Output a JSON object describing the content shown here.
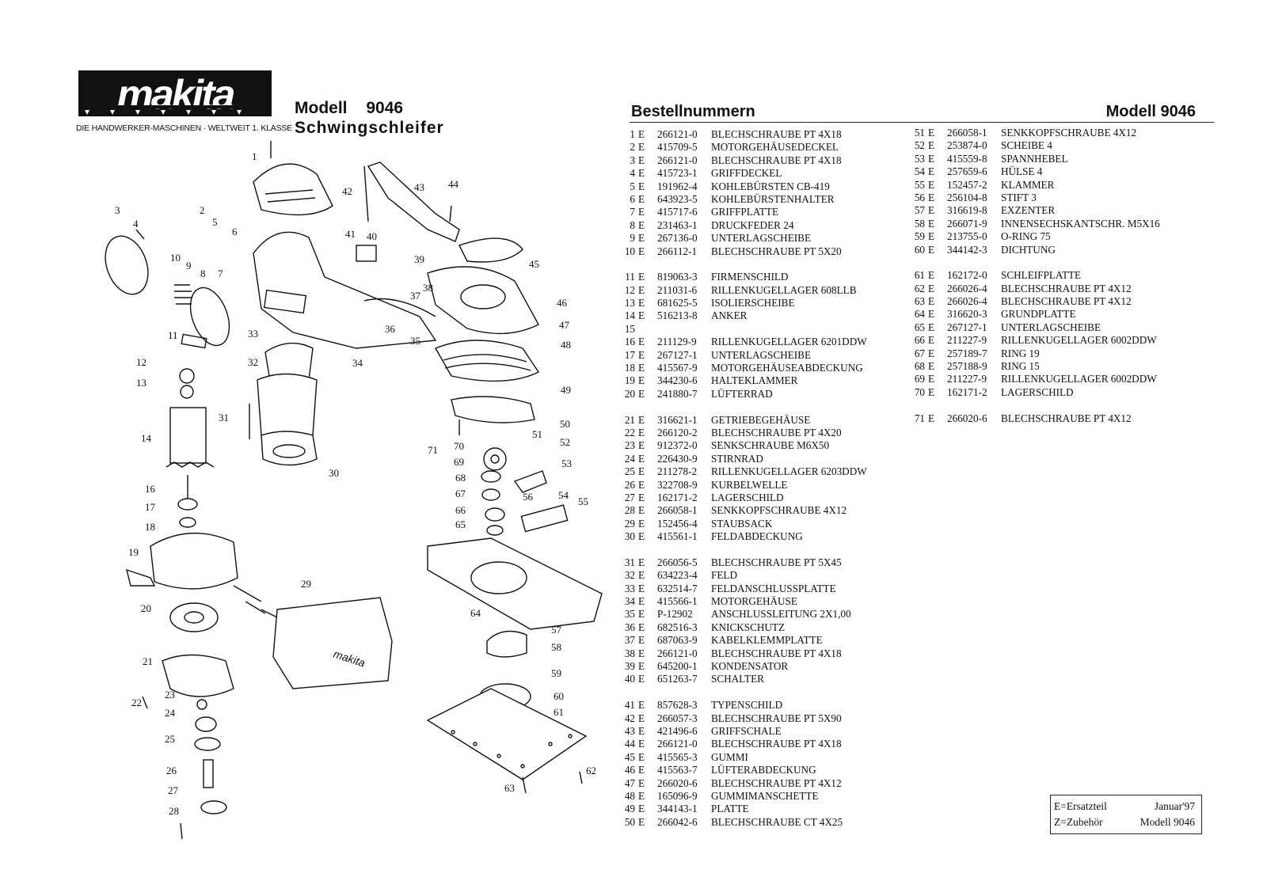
{
  "brand": {
    "logo_text": "makita",
    "tagline": "DIE HANDWERKER-MASCHINEN · WELTWEIT 1. KLASSE"
  },
  "product": {
    "modell_label": "Modell",
    "modell_number": "9046",
    "name": "Schwingschleifer"
  },
  "list_header": {
    "title": "Bestellnummern",
    "model": "Modell 9046"
  },
  "parts_left": [
    [
      {
        "no": "1",
        "type": "E",
        "art": "266121-0",
        "desc": "BLECHSCHRAUBE PT 4X18"
      },
      {
        "no": "2",
        "type": "E",
        "art": "415709-5",
        "desc": "MOTORGEHÄUSEDECKEL"
      },
      {
        "no": "3",
        "type": "E",
        "art": "266121-0",
        "desc": "BLECHSCHRAUBE PT 4X18"
      },
      {
        "no": "4",
        "type": "E",
        "art": "415723-1",
        "desc": "GRIFFDECKEL"
      },
      {
        "no": "5",
        "type": "E",
        "art": "191962-4",
        "desc": "KOHLEBÜRSTEN CB-419"
      },
      {
        "no": "6",
        "type": "E",
        "art": "643923-5",
        "desc": "KOHLEBÜRSTENHALTER"
      },
      {
        "no": "7",
        "type": "E",
        "art": "415717-6",
        "desc": "GRIFFPLATTE"
      },
      {
        "no": "8",
        "type": "E",
        "art": "231463-1",
        "desc": "DRUCKFEDER 24"
      },
      {
        "no": "9",
        "type": "E",
        "art": "267136-0",
        "desc": "UNTERLAGSCHEIBE"
      },
      {
        "no": "10",
        "type": "E",
        "art": "266112-1",
        "desc": "BLECHSCHRAUBE PT 5X20"
      }
    ],
    [
      {
        "no": "11",
        "type": "E",
        "art": "819063-3",
        "desc": "FIRMENSCHILD"
      },
      {
        "no": "12",
        "type": "E",
        "art": "211031-6",
        "desc": "RILLENKUGELLAGER 608LLB"
      },
      {
        "no": "13",
        "type": "E",
        "art": "681625-5",
        "desc": "ISOLIERSCHEIBE"
      },
      {
        "no": "14",
        "type": "E",
        "art": "516213-8",
        "desc": "ANKER"
      },
      {
        "no": "15",
        "type": "",
        "art": "",
        "desc": ""
      },
      {
        "no": "16",
        "type": "E",
        "art": "211129-9",
        "desc": "RILLENKUGELLAGER 6201DDW"
      },
      {
        "no": "17",
        "type": "E",
        "art": "267127-1",
        "desc": "UNTERLAGSCHEIBE"
      },
      {
        "no": "18",
        "type": "E",
        "art": "415567-9",
        "desc": "MOTORGEHÄUSEABDECKUNG"
      },
      {
        "no": "19",
        "type": "E",
        "art": "344230-6",
        "desc": "HALTEKLAMMER"
      },
      {
        "no": "20",
        "type": "E",
        "art": "241880-7",
        "desc": "LÜFTERRAD"
      }
    ],
    [
      {
        "no": "21",
        "type": "E",
        "art": "316621-1",
        "desc": "GETRIEBEGEHÄUSE"
      },
      {
        "no": "22",
        "type": "E",
        "art": "266120-2",
        "desc": "BLECHSCHRAUBE PT 4X20"
      },
      {
        "no": "23",
        "type": "E",
        "art": "912372-0",
        "desc": "SENKSCHRAUBE M6X50"
      },
      {
        "no": "24",
        "type": "E",
        "art": "226430-9",
        "desc": "STIRNRAD"
      },
      {
        "no": "25",
        "type": "E",
        "art": "211278-2",
        "desc": "RILLENKUGELLAGER 6203DDW"
      },
      {
        "no": "26",
        "type": "E",
        "art": "322708-9",
        "desc": "KURBELWELLE"
      },
      {
        "no": "27",
        "type": "E",
        "art": "162171-2",
        "desc": "LAGERSCHILD"
      },
      {
        "no": "28",
        "type": "E",
        "art": "266058-1",
        "desc": "SENKKOPFSCHRAUBE 4X12"
      },
      {
        "no": "29",
        "type": "E",
        "art": "152456-4",
        "desc": "STAUBSACK"
      },
      {
        "no": "30",
        "type": "E",
        "art": "415561-1",
        "desc": "FELDABDECKUNG"
      }
    ],
    [
      {
        "no": "31",
        "type": "E",
        "art": "266056-5",
        "desc": "BLECHSCHRAUBE PT 5X45"
      },
      {
        "no": "32",
        "type": "E",
        "art": "634223-4",
        "desc": "FELD"
      },
      {
        "no": "33",
        "type": "E",
        "art": "632514-7",
        "desc": "FELDANSCHLUSSPLATTE"
      },
      {
        "no": "34",
        "type": "E",
        "art": "415566-1",
        "desc": "MOTORGEHÄUSE"
      },
      {
        "no": "35",
        "type": "E",
        "art": "P-12902",
        "desc": "ANSCHLUSSLEITUNG 2X1,00"
      },
      {
        "no": "36",
        "type": "E",
        "art": "682516-3",
        "desc": "KNICKSCHUTZ"
      },
      {
        "no": "37",
        "type": "E",
        "art": "687063-9",
        "desc": "KABELKLEMMPLATTE"
      },
      {
        "no": "38",
        "type": "E",
        "art": "266121-0",
        "desc": "BLECHSCHRAUBE PT 4X18"
      },
      {
        "no": "39",
        "type": "E",
        "art": "645200-1",
        "desc": "KONDENSATOR"
      },
      {
        "no": "40",
        "type": "E",
        "art": "651263-7",
        "desc": "SCHALTER"
      }
    ],
    [
      {
        "no": "41",
        "type": "E",
        "art": "857628-3",
        "desc": "TYPENSCHILD"
      },
      {
        "no": "42",
        "type": "E",
        "art": "266057-3",
        "desc": "BLECHSCHRAUBE PT 5X90"
      },
      {
        "no": "43",
        "type": "E",
        "art": "421496-6",
        "desc": "GRIFFSCHALE"
      },
      {
        "no": "44",
        "type": "E",
        "art": "266121-0",
        "desc": "BLECHSCHRAUBE PT 4X18"
      },
      {
        "no": "45",
        "type": "E",
        "art": "415565-3",
        "desc": "GUMMI"
      },
      {
        "no": "46",
        "type": "E",
        "art": "415563-7",
        "desc": "LÜFTERABDECKUNG"
      },
      {
        "no": "47",
        "type": "E",
        "art": "266020-6",
        "desc": "BLECHSCHRAUBE PT 4X12"
      },
      {
        "no": "48",
        "type": "E",
        "art": "165096-9",
        "desc": "GUMMIMANSCHETTE"
      },
      {
        "no": "49",
        "type": "E",
        "art": "344143-1",
        "desc": "PLATTE"
      },
      {
        "no": "50",
        "type": "E",
        "art": "266042-6",
        "desc": "BLECHSCHRAUBE CT 4X25"
      }
    ]
  ],
  "parts_right": [
    [
      {
        "no": "51",
        "type": "E",
        "art": "266058-1",
        "desc": "SENKKOPFSCHRAUBE 4X12"
      },
      {
        "no": "52",
        "type": "E",
        "art": "253874-0",
        "desc": "SCHEIBE 4"
      },
      {
        "no": "53",
        "type": "E",
        "art": "415559-8",
        "desc": "SPANNHEBEL"
      },
      {
        "no": "54",
        "type": "E",
        "art": "257659-6",
        "desc": "HÜLSE 4"
      },
      {
        "no": "55",
        "type": "E",
        "art": "152457-2",
        "desc": "KLAMMER"
      },
      {
        "no": "56",
        "type": "E",
        "art": "256104-8",
        "desc": "STIFT 3"
      },
      {
        "no": "57",
        "type": "E",
        "art": "316619-8",
        "desc": "EXZENTER"
      },
      {
        "no": "58",
        "type": "E",
        "art": "266071-9",
        "desc": "INNENSECHSKANTSCHR. M5X16"
      },
      {
        "no": "59",
        "type": "E",
        "art": "213755-0",
        "desc": "O-RING 75"
      },
      {
        "no": "60",
        "type": "E",
        "art": "344142-3",
        "desc": "DICHTUNG"
      }
    ],
    [
      {
        "no": "61",
        "type": "E",
        "art": "162172-0",
        "desc": "SCHLEIFPLATTE"
      },
      {
        "no": "62",
        "type": "E",
        "art": "266026-4",
        "desc": "BLECHSCHRAUBE PT 4X12"
      },
      {
        "no": "63",
        "type": "E",
        "art": "266026-4",
        "desc": "BLECHSCHRAUBE PT 4X12"
      },
      {
        "no": "64",
        "type": "E",
        "art": "316620-3",
        "desc": "GRUNDPLATTE"
      },
      {
        "no": "65",
        "type": "E",
        "art": "267127-1",
        "desc": "UNTERLAGSCHEIBE"
      },
      {
        "no": "66",
        "type": "E",
        "art": "211227-9",
        "desc": "RILLENKUGELLAGER 6002DDW"
      },
      {
        "no": "67",
        "type": "E",
        "art": "257189-7",
        "desc": "RING 19"
      },
      {
        "no": "68",
        "type": "E",
        "art": "257188-9",
        "desc": "RING 15"
      },
      {
        "no": "69",
        "type": "E",
        "art": "211227-9",
        "desc": "RILLENKUGELLAGER 6002DDW"
      },
      {
        "no": "70",
        "type": "E",
        "art": "162171-2",
        "desc": "LAGERSCHILD"
      }
    ],
    [
      {
        "no": "71",
        "type": "E",
        "art": "266020-6",
        "desc": "BLECHSCHRAUBE PT 4X12"
      }
    ]
  ],
  "legend": {
    "e_def": "E=Ersatzteil",
    "z_def": "Z=Zubehör",
    "date": "Januar'97",
    "model": "Modell 9046"
  },
  "diagram_callouts": [
    "1",
    "2",
    "3",
    "4",
    "5",
    "6",
    "7",
    "8",
    "9",
    "10",
    "11",
    "12",
    "13",
    "14",
    "16",
    "17",
    "18",
    "19",
    "20",
    "21",
    "22",
    "23",
    "24",
    "25",
    "26",
    "27",
    "28",
    "29",
    "30",
    "31",
    "32",
    "33",
    "34",
    "35",
    "36",
    "37",
    "38",
    "39",
    "40",
    "41",
    "42",
    "43",
    "44",
    "45",
    "46",
    "47",
    "48",
    "49",
    "50",
    "51",
    "52",
    "53",
    "54",
    "55",
    "56",
    "57",
    "58",
    "59",
    "60",
    "61",
    "62",
    "63",
    "64",
    "65",
    "66",
    "67",
    "68",
    "69",
    "70",
    "71"
  ],
  "diagram_dust_bag_text": "makita"
}
